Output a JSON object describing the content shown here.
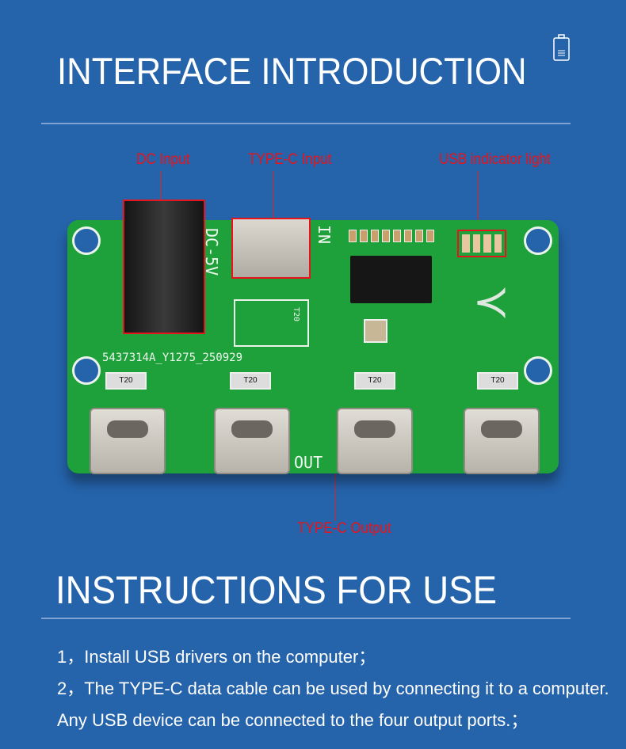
{
  "header": {
    "title": "INTERFACE  INTRODUCTION",
    "icon": "battery-icon"
  },
  "labels": {
    "dc_input": "DC Input",
    "typec_input": "TYPE-C Input",
    "usb_indicator": "USB indicator light",
    "typec_output": "TYPE-C Output"
  },
  "board": {
    "dc_marking": "DC-5V",
    "in_marking": "IN",
    "out_marking": "OUT",
    "serial": "5437314A_Y1275_250929",
    "fuse": "T20"
  },
  "instructions": {
    "title": "INSTRUCTIONS FOR USE",
    "lines": [
      "1，Install USB drivers on the computer；",
      "2，The TYPE-C data cable can be used by connecting it to a computer.",
      "Any USB device can be connected to the four output ports.；"
    ]
  },
  "colors": {
    "background": "#2563aa",
    "label": "#e8141b",
    "pcb": "#1ea13a"
  }
}
